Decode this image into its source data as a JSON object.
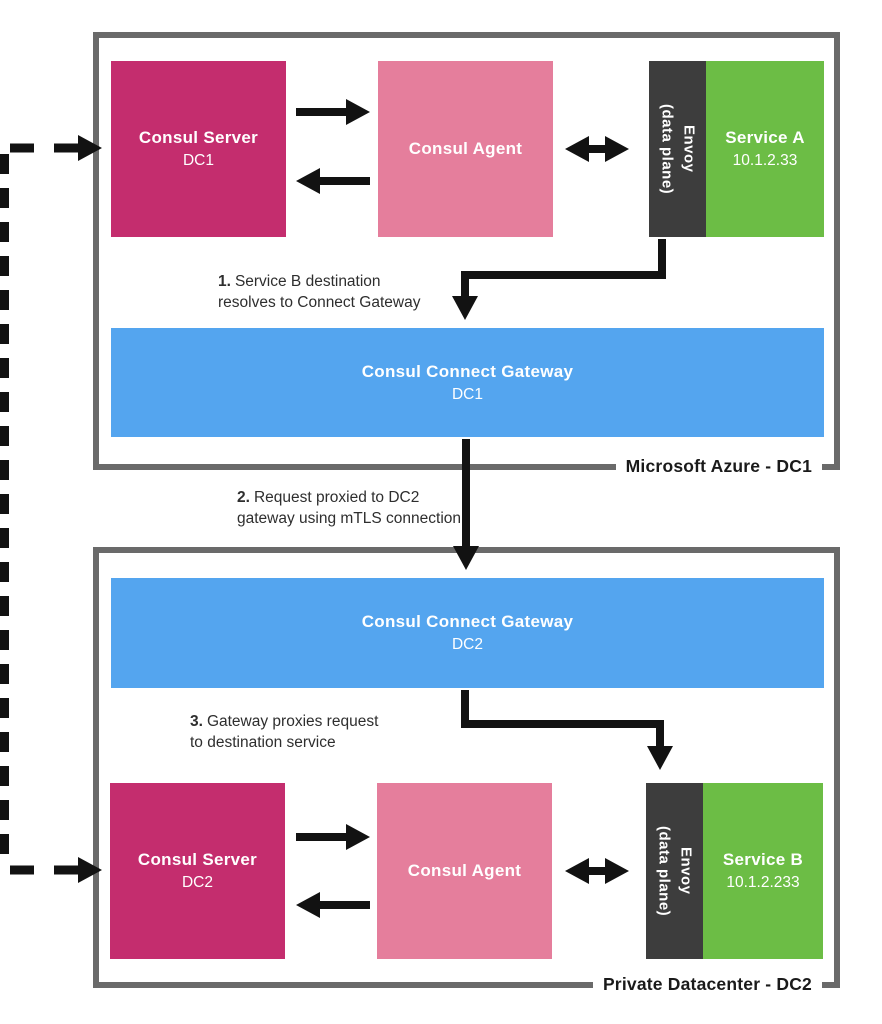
{
  "colors": {
    "consul_server": "#c42d6e",
    "consul_agent": "#e57e9c",
    "service": "#6cbd45",
    "envoy": "#3d3d3d",
    "gateway": "#54a5ef",
    "container_border": "#6a6a6a",
    "arrow": "#121212"
  },
  "dc1": {
    "label": "Microsoft Azure - DC1",
    "consul_server": {
      "title": "Consul Server",
      "subtitle": "DC1"
    },
    "consul_agent": {
      "title": "Consul Agent"
    },
    "envoy": {
      "line1": "Envoy",
      "line2": "(data plane)"
    },
    "service": {
      "title": "Service A",
      "subtitle": "10.1.2.33"
    },
    "gateway": {
      "title": "Consul Connect Gateway",
      "subtitle": "DC1"
    }
  },
  "dc2": {
    "label": "Private Datacenter - DC2",
    "consul_server": {
      "title": "Consul Server",
      "subtitle": "DC2"
    },
    "consul_agent": {
      "title": "Consul Agent"
    },
    "envoy": {
      "line1": "Envoy",
      "line2": "(data plane)"
    },
    "service": {
      "title": "Service B",
      "subtitle": "10.1.2.233"
    },
    "gateway": {
      "title": "Consul Connect Gateway",
      "subtitle": "DC2"
    }
  },
  "steps": {
    "step1": {
      "num": "1.",
      "line1": "Service B destination",
      "line2": "resolves to Connect Gateway"
    },
    "step2": {
      "num": "2.",
      "line1": "Request proxied to DC2",
      "line2": "gateway using mTLS connection"
    },
    "step3": {
      "num": "3.",
      "line1": "Gateway proxies request",
      "line2": "to destination service"
    }
  }
}
